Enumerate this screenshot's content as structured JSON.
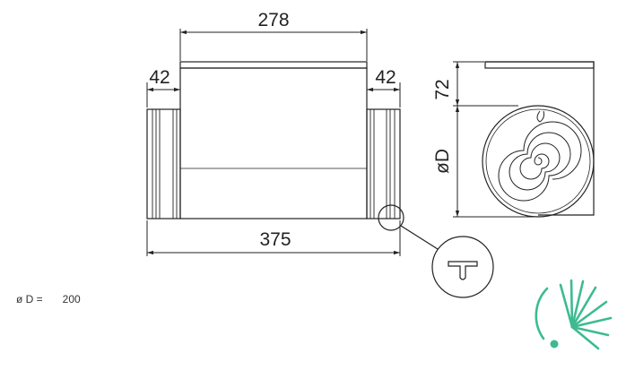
{
  "dimensions": {
    "top_width": "278",
    "left_collar": "42",
    "right_collar": "42",
    "total_length": "375",
    "height_offset": "72",
    "diameter_label": "øD"
  },
  "spec": {
    "label": "ø D =",
    "value": "200"
  },
  "colors": {
    "line": "#222222",
    "logo": "#3dbb8f"
  },
  "icons": [
    "duct-heater-side-view",
    "duct-heater-end-view",
    "seal-detail-icon",
    "brand-logo-icon"
  ]
}
